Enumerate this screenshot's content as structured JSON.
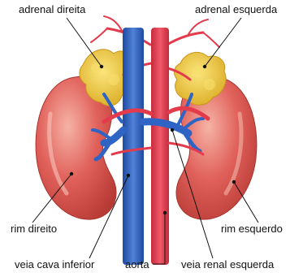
{
  "labels": {
    "adrenal_right": "adrenal direita",
    "adrenal_left": "adrenal esquerda",
    "kidney_right": "rim direito",
    "kidney_left": "rim esquerdo",
    "vena_cava": "veia cava inferior",
    "aorta": "aorta",
    "renal_vein_left": "veia renal esquerda"
  },
  "colors": {
    "kidney": "#e0605a",
    "kidney_light": "#f3a59a",
    "kidney_dark": "#b83a34",
    "adrenal": "#f1cd47",
    "adrenal_dark": "#d9a91f",
    "artery": "#e33a4c",
    "vein": "#2f64c4",
    "vein_light": "#5b8fe0"
  }
}
